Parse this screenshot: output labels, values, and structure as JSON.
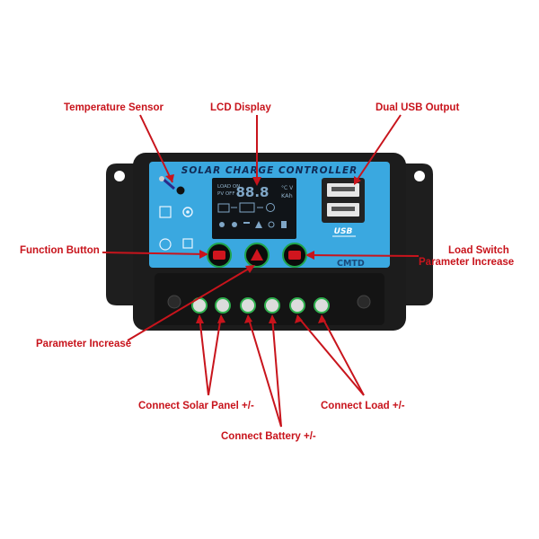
{
  "labels": {
    "temperature_sensor": "Temperature Sensor",
    "lcd_display": "LCD Display",
    "dual_usb_output": "Dual USB Output",
    "function_button": "Function Button",
    "load_switch": "Load Switch",
    "parameter_increase_right": "Parameter Increase",
    "parameter_increase_left": "Parameter Increase",
    "connect_solar": "Connect Solar Panel +/-",
    "connect_battery": "Connect Battery +/-",
    "connect_load": "Connect Load +/-"
  },
  "device": {
    "panel_title": "SOLAR CHARGE CONTROLLER",
    "lcd_load_on": "LOAD ON",
    "lcd_pv_off": "PV OFF",
    "lcd_digits": "88.8",
    "lcd_unit_c_v": "°C V",
    "lcd_unit_kah": "KAh",
    "usb_label": "USB",
    "brand": "CMTD"
  },
  "colors": {
    "callout": "#c8141c",
    "panel_blue": "#3aa8e0",
    "lcd": "#101418",
    "case": "#1c1c1c"
  }
}
